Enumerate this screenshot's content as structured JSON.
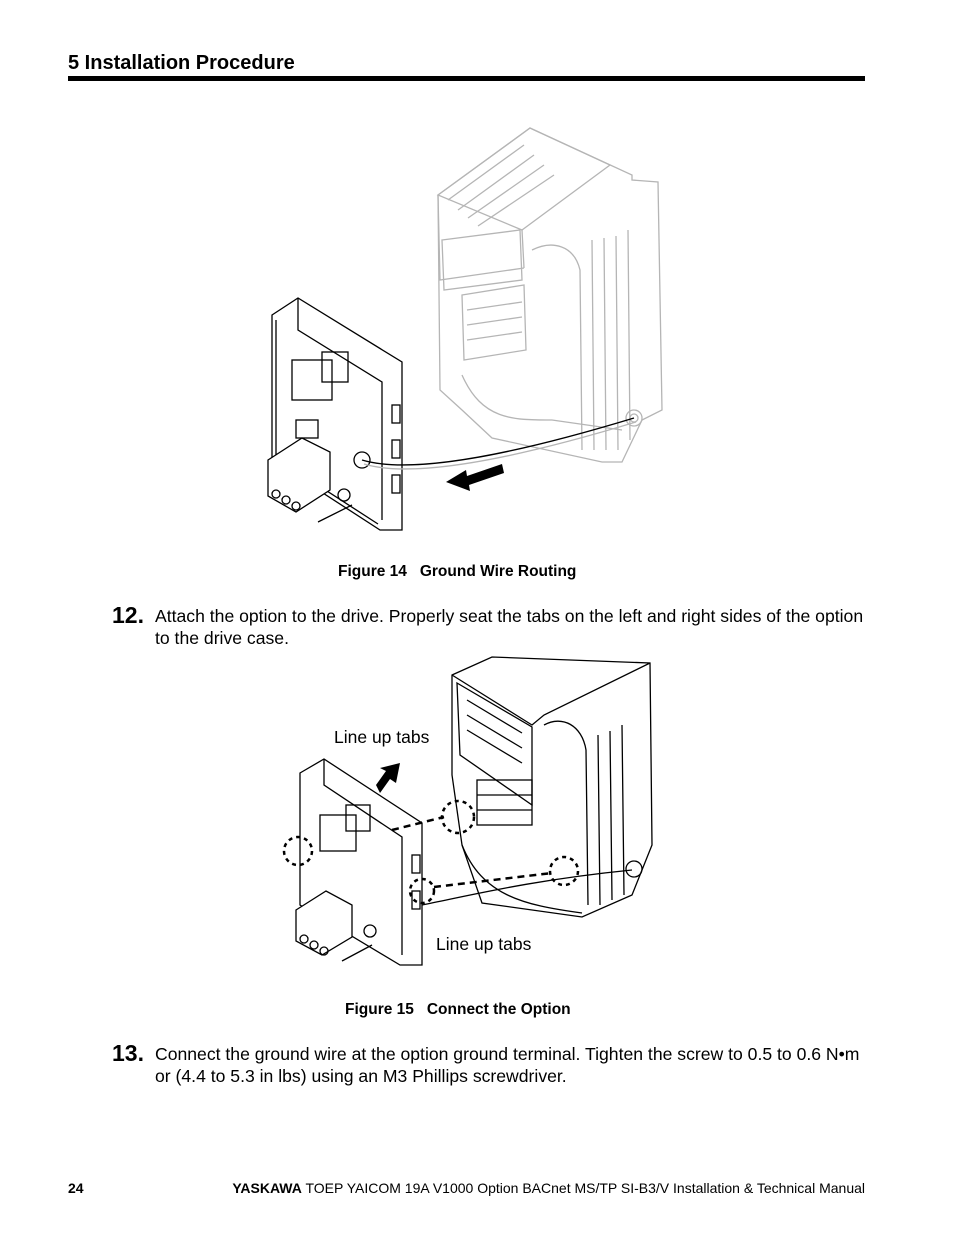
{
  "header": {
    "section_title": "5  Installation Procedure"
  },
  "figure14": {
    "caption_number": "Figure 14",
    "caption_title": "Ground Wire Routing",
    "illustration": "ground-wire-routing-illustration"
  },
  "steps": [
    {
      "number": "12.",
      "text": "Attach the option to the drive. Properly seat the tabs on the left and right sides of the option to the drive case."
    },
    {
      "number": "13.",
      "text": "Connect the ground wire at the option ground terminal. Tighten the screw to 0.5 to 0.6 N•m or (4.4 to 5.3 in lbs) using an M3 Phillips screwdriver."
    }
  ],
  "figure15": {
    "caption_number": "Figure 15",
    "caption_title": "Connect the Option",
    "callouts": [
      "Line up tabs",
      "Line up tabs"
    ],
    "illustration": "connect-option-illustration"
  },
  "footer": {
    "page_number": "24",
    "brand": "YASKAWA",
    "manual_title": "TOEP YAICOM 19A V1000 Option BACnet MS/TP SI-B3/V Installation & Technical Manual"
  }
}
